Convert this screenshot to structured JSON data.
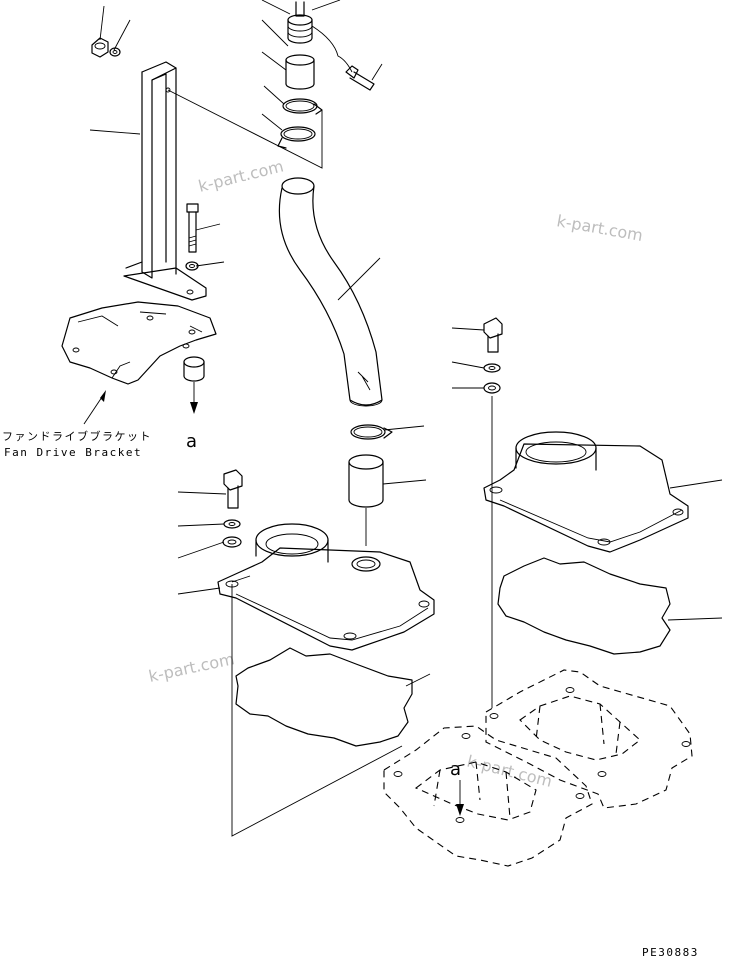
{
  "watermark": "k-part.com",
  "fan_bracket_label_jp": "ファンドライブブラケット",
  "fan_bracket_label_en": "Fan Drive Bracket",
  "ref_mark": "a",
  "drawing_code": "PE30883"
}
